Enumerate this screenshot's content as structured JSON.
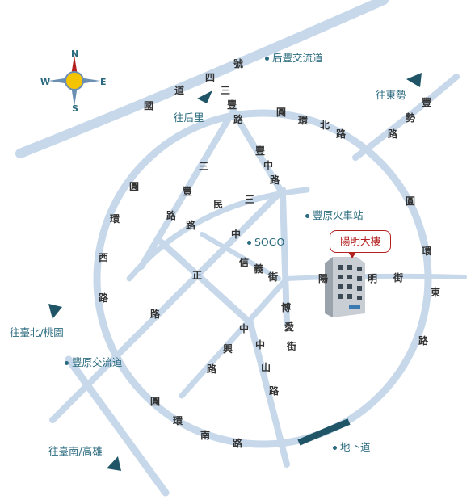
{
  "compass": {
    "n": "N",
    "s": "S",
    "e": "E",
    "w": "W"
  },
  "road_labels": {
    "guo_dao_4": [
      "國",
      "道",
      "四",
      "號"
    ],
    "sanfeng_top": [
      "三",
      "豐",
      "路"
    ],
    "ring_north": [
      "圓",
      "環",
      "北",
      "路"
    ],
    "fengshi": [
      "豐",
      "勢",
      "路"
    ],
    "fengzhong": [
      "豐",
      "中",
      "路"
    ],
    "sanfeng_left": [
      "三",
      "豐",
      "路"
    ],
    "minsan": [
      "民",
      "三",
      "路"
    ],
    "ring_west": [
      "圓",
      "環",
      "西",
      "路"
    ],
    "zhongzheng": [
      "中",
      "正",
      "路"
    ],
    "xinyi": [
      "信",
      "義",
      "街"
    ],
    "yangming": [
      "陽",
      "明",
      "街"
    ],
    "ring_east": [
      "圓",
      "環",
      "東",
      "路"
    ],
    "boai": [
      "博",
      "愛",
      "街"
    ],
    "zhongxing": [
      "中",
      "興",
      "路"
    ],
    "zhongshan": [
      "中",
      "山",
      "路"
    ],
    "ring_south": [
      "圓",
      "環",
      "南",
      "路"
    ]
  },
  "places": {
    "houfeng_bikeway": "后豐交流道",
    "fengyuan_station": "豐原火車站",
    "sogo": "SOGO",
    "fengyuan_interchange": "豐原交流道",
    "underpass": "地下道"
  },
  "directions": {
    "to_houli": "往后里",
    "to_dongshi": "往東勢",
    "to_taipei": "往臺北/桃園",
    "to_tainan": "往臺南/高雄"
  },
  "landmark": {
    "label": "陽明大樓"
  },
  "colors": {
    "road": "#c6d8ea",
    "accent": "#2a6a7e",
    "marker": "#b3201f"
  }
}
